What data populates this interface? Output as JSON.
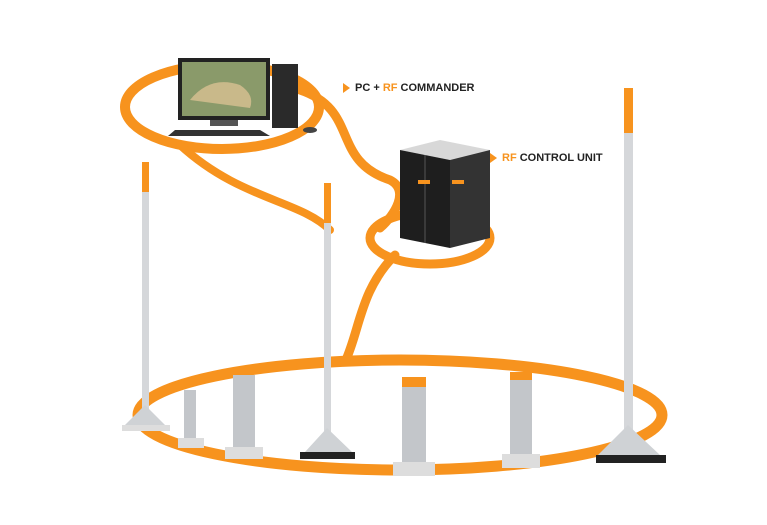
{
  "labels": {
    "pc": {
      "prefix": "PC + ",
      "rf": "RF",
      "suffix": " COMMANDER"
    },
    "control": {
      "rf": "RF",
      "suffix": " CONTROL UNIT"
    }
  },
  "colors": {
    "accent": "#f7931e",
    "metal": "#c9ccd0",
    "dark": "#222222"
  }
}
